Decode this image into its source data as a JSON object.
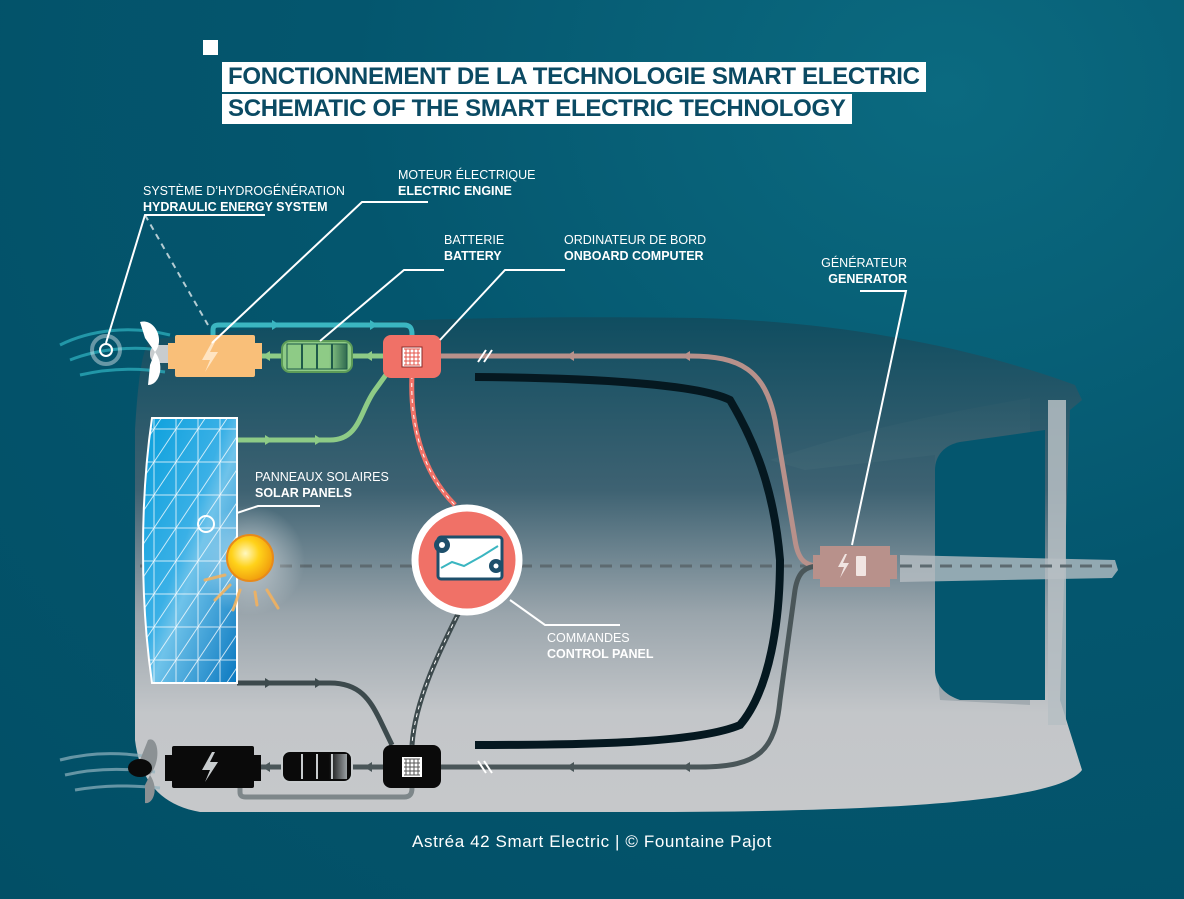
{
  "title": {
    "fr": "FONCTIONNEMENT DE LA TECHNOLOGIE SMART ELECTRIC",
    "en": "SCHEMATIC OF THE SMART ELECTRIC TECHNOLOGY"
  },
  "components": {
    "hydrogeneration": {
      "fr": "SYSTÈME D’HYDROGÉNÉRATION",
      "en": "HYDRAULIC ENERGY SYSTEM",
      "icon": "propeller-icon"
    },
    "electric_engine": {
      "fr": "MOTEUR ÉLECTRIQUE",
      "en": "ELECTRIC ENGINE",
      "icon": "lightning-icon"
    },
    "battery": {
      "fr": "BATTERIE",
      "en": "BATTERY",
      "icon": "battery-icon"
    },
    "onboard_computer": {
      "fr": "ORDINATEUR DE BORD",
      "en": "ONBOARD COMPUTER",
      "icon": "chip-icon"
    },
    "generator": {
      "fr": "GÉNÉRATEUR",
      "en": "GENERATOR",
      "icon": "fuel-pump-icon"
    },
    "solar_panels": {
      "fr": "PANNEAUX SOLAIRES",
      "en": "SOLAR PANELS",
      "icon": "sun-icon"
    },
    "control_panel": {
      "fr": "COMMANDES",
      "en": "CONTROL PANEL",
      "icon": "gears-chart-icon"
    }
  },
  "colors": {
    "background": "#04566e",
    "engine": "#f9bf79",
    "battery": "#8ecb86",
    "computer": "#f07167",
    "generator": "#b8918b",
    "solar_line": "#8ecb86",
    "teal_line": "#3bb6c1",
    "dark_line": "#3d4a4d",
    "hull": "#c0c4c7"
  },
  "caption": "Astréa 42 Smart Electric | © Fountaine Pajot"
}
